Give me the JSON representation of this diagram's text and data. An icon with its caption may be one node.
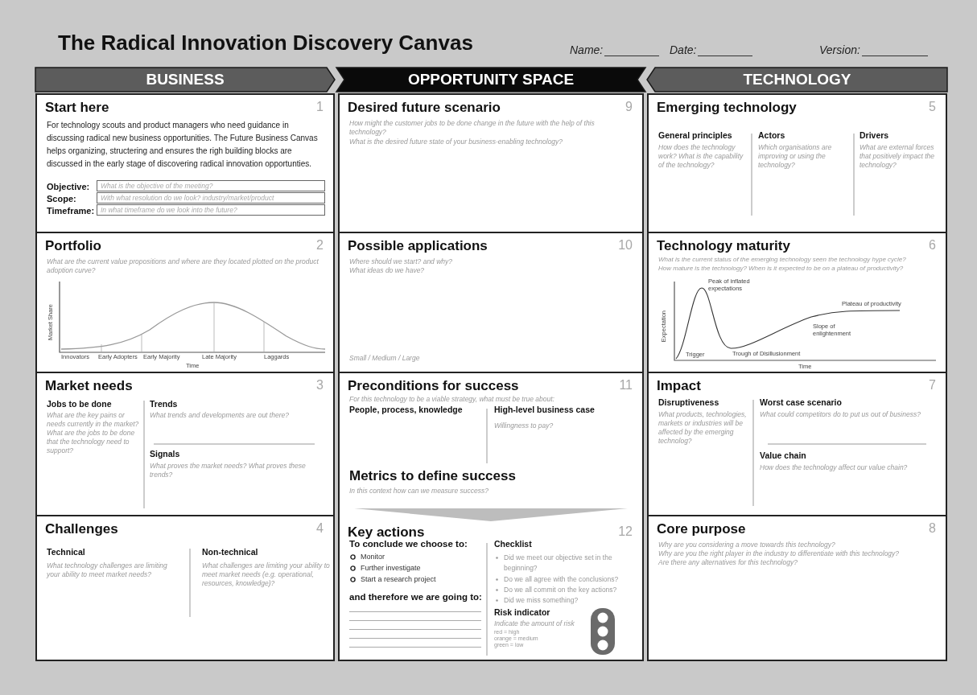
{
  "diagram": {
    "title": "The Radical Innovation Discovery Canvas",
    "nodes": [
      {
        "text": [
          "BUSINESS"
        ]
      },
      {
        "text": [
          "OPPORTUNITY SPACE"
        ]
      },
      {
        "text": [
          "TECHNOLOGY"
        ]
      },
      {
        "text": [
          "Start here",
          "1",
          "For technology scouts and product managers who need guidance in discussing radical new business opportunities. The Future Business Canvas helps organizing, structering and ensures the righ building blocks are discussed in the early stage of discovering radical innovation opportunties.",
          "Objective:",
          "What is the objective of the meeting?",
          "Scope:",
          "With what resolution do we look? industry/market/product",
          "Timeframe:",
          "In what timeframe do we look into the future?"
        ]
      },
      {
        "text": [
          "Portfolio",
          "2",
          "What are the current value propositions and where are they located plotted on the product adoption curve?",
          "Market Share",
          "Innovators",
          "Early Adopters",
          "Early Majority",
          "Late Majority",
          "Laggards",
          "Time"
        ]
      },
      {
        "text": [
          "Market needs",
          "3",
          "Jobs to be done",
          "What are the key pains or needs currently in the market? What are the jobs to be done that the technology need to support?",
          "Trends",
          "What trends and developments are out there?",
          "Signals",
          "What proves the market needs? What proves these trends?"
        ]
      },
      {
        "text": [
          "Challenges",
          "4",
          "Technical",
          "What technology challenges are limiting your ability to meet market needs?",
          "Non-technical",
          "What challenges are limiting your ability to meet market needs (e.g. operational, resources, knowledge)?"
        ]
      },
      {
        "text": [
          "Desired future scenario",
          "9",
          "How might the customer jobs to be done change in the future with the help of this technology?",
          "What is the desired future state of your business-enabling technology?"
        ]
      },
      {
        "text": [
          "Possible applications",
          "10",
          "Where should we start? and why?",
          "What ideas do we have?",
          "Small / Medium / Large"
        ]
      },
      {
        "text": [
          "Preconditions for success",
          "11",
          "For this technology to be a viable strategy, what must be true about:",
          "People, process, knowledge",
          "High-level business case",
          "Willingness to pay?",
          "Metrics to define success",
          "In this context how can we measure success?"
        ]
      },
      {
        "text": [
          "Key actions",
          "12",
          "To conclude we choose to:",
          "Monitor",
          "Further investigate",
          "Start a research project",
          "and therefore we are going to:",
          "Checklist",
          "Did we meet our objective set in the beginning?",
          "Do we all agree with the conclusions?",
          "Do we all commit on the key actions?",
          "Did we miss something?",
          "Risk indicator",
          "Indicate the amount of risk",
          "red = high",
          "orange = medium",
          "green = low"
        ]
      },
      {
        "text": [
          "Emerging technology",
          "5",
          "General principles",
          "How does the technology work? What is the capability of the technology?",
          "Actors",
          "Which organisations are improving or using the technology?",
          "Drivers",
          "What are external forces that positively impact the technology?"
        ]
      },
      {
        "text": [
          "Technology maturity",
          "6",
          "What is the current status of the emerging technology seen the technology hype cycle?",
          "How mature is the technology? When is it expected to be on a plateau of productivity?",
          "Trigger",
          "Peak of inflated expectations",
          "Trough of Disillusionment",
          "Slope of enlightenment",
          "Plateau of productivity",
          "Expectation",
          "Time"
        ]
      },
      {
        "text": [
          "Impact",
          "7",
          "Disruptiveness",
          "What products, technologies, markets or industries will be affected by the emerging technolog?",
          "Worst case scenario",
          "What could competitors do to put us out of business?",
          "Value chain",
          "How does the technology affect our value chain?"
        ]
      },
      {
        "text": [
          "Core purpose",
          "8",
          "Why are you considering a move towards this technology?",
          "Why are you the right player in the industry to differentiate with this technology?",
          "Are there any alternatives for this technology?"
        ]
      }
    ],
    "edges": [
      {
        "from": 9,
        "to": 10,
        "arrow": "to",
        "style": "thick"
      }
    ],
    "labels": [
      "Name:",
      "Date:",
      "Version:"
    ]
  }
}
